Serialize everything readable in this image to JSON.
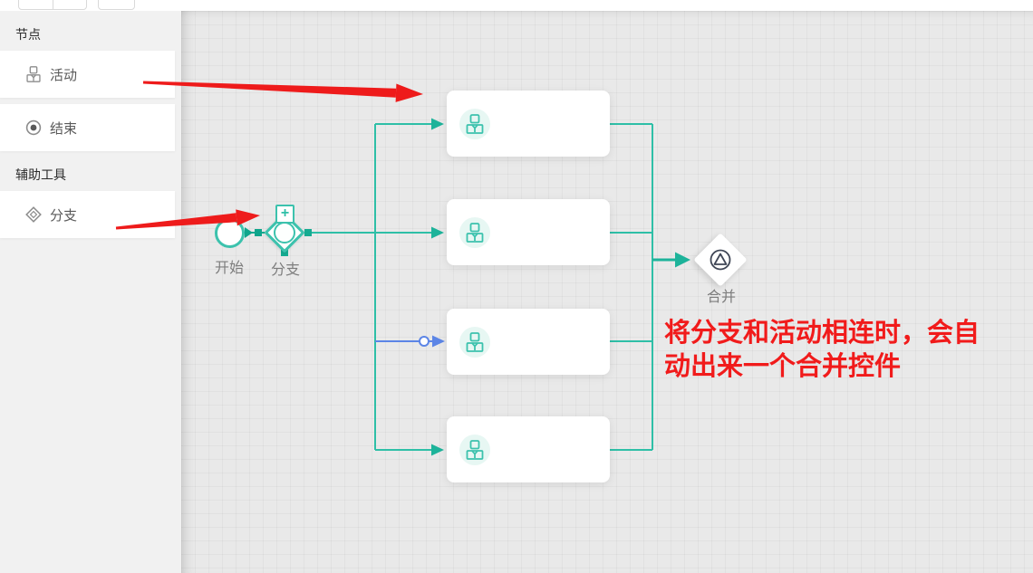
{
  "sidebar": {
    "sections": [
      {
        "title": "节点",
        "items": [
          {
            "label": "活动",
            "icon": "activity-user-icon"
          },
          {
            "label": "结束",
            "icon": "end-circle-icon"
          }
        ]
      },
      {
        "title": "辅助工具",
        "items": [
          {
            "label": "分支",
            "icon": "branch-diamond-icon"
          }
        ]
      }
    ]
  },
  "canvas": {
    "start_label": "开始",
    "branch_label": "分支",
    "merge_label": "合并",
    "branch_plus": "+",
    "activity_count": 4,
    "annotation": {
      "line1": "将分支和活动相连时，会自",
      "line2": "动出来一个合并控件"
    },
    "colors": {
      "edge_teal": "#2ebfa7",
      "handle_teal": "#15ab91",
      "node_accent": "#3cc2ad",
      "selected_edge_blue": "#5c85e6",
      "annotation_red": "#f11b1b"
    }
  }
}
